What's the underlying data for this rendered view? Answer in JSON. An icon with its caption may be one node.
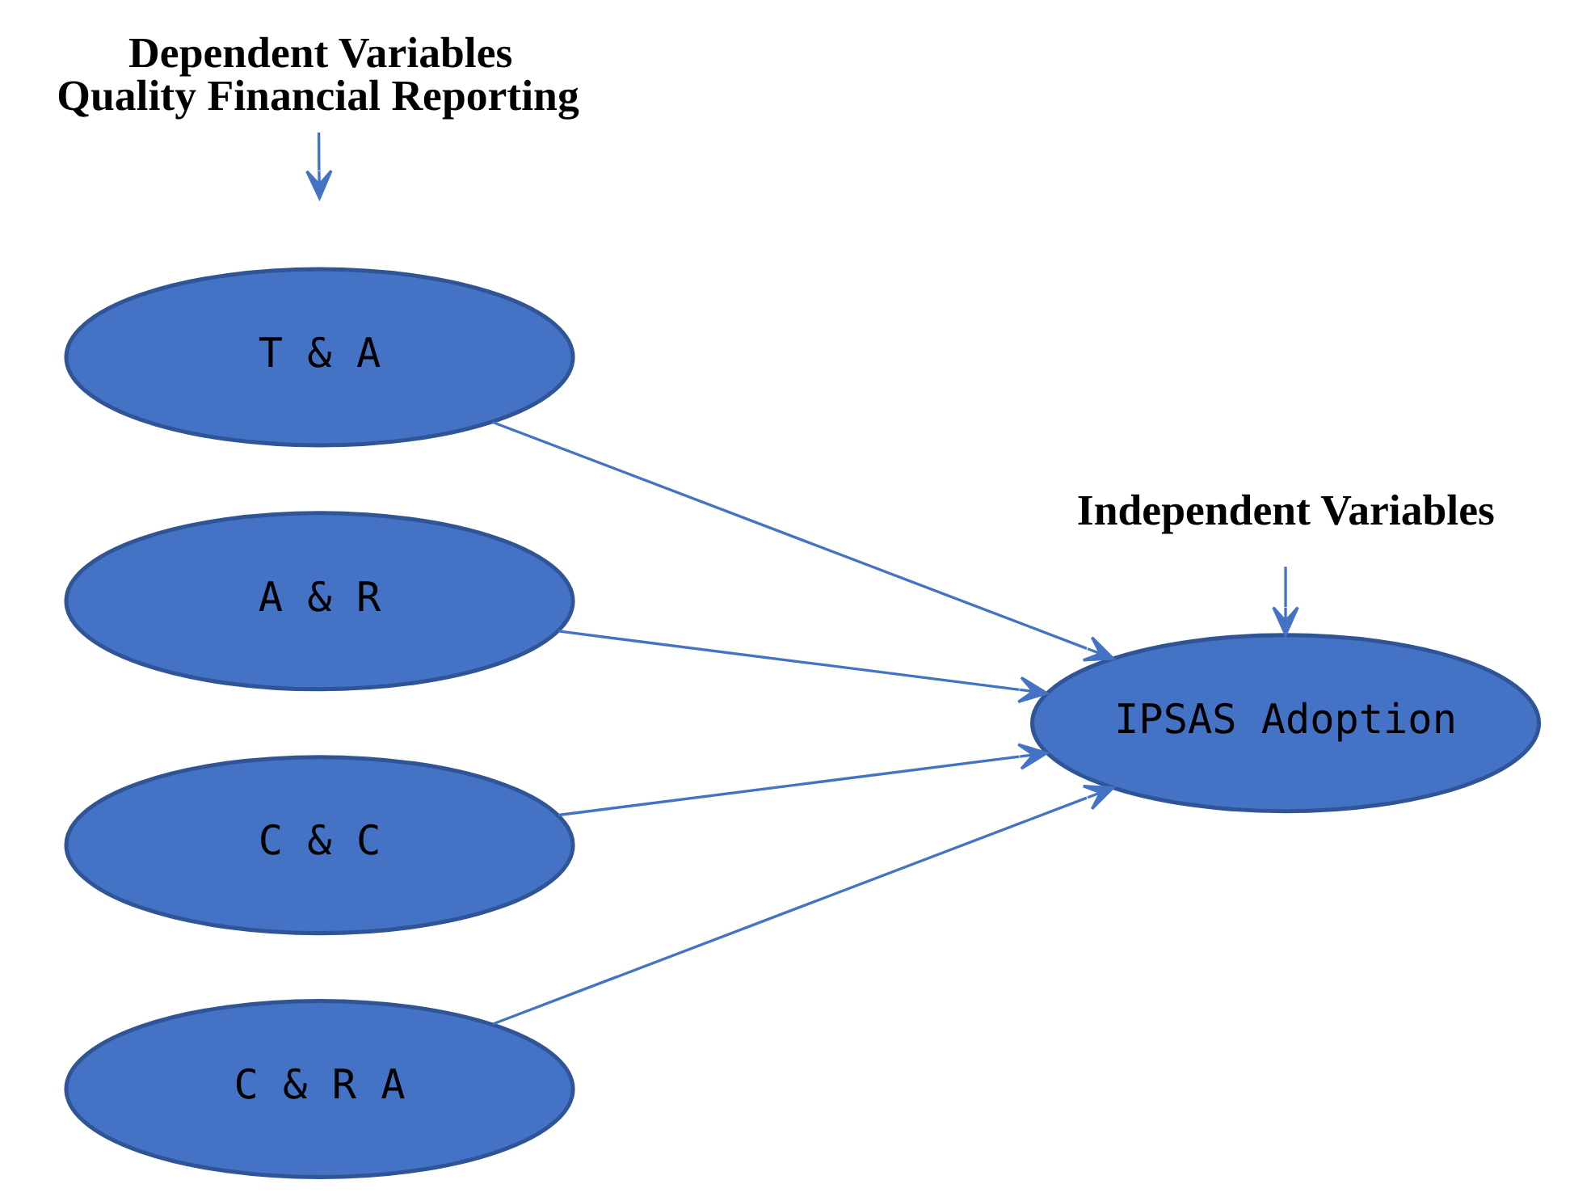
{
  "diagram": {
    "nodes": [
      {
        "text": [
          "Dependent Variables",
          "Quality Financial Reporting"
        ]
      },
      {
        "text": [
          "Independent Variables"
        ]
      },
      {
        "text": [
          "T & A"
        ]
      },
      {
        "text": [
          "A & R"
        ]
      },
      {
        "text": [
          "C & C"
        ]
      },
      {
        "text": [
          "C & R A"
        ]
      },
      {
        "text": [
          "IPSAS Adoption"
        ]
      }
    ],
    "edges": [
      {
        "from": 0,
        "to": null,
        "arrow": "to"
      },
      {
        "from": 1,
        "to": 6,
        "arrow": "to"
      },
      {
        "from": 2,
        "to": 6,
        "arrow": "to"
      },
      {
        "from": 3,
        "to": 6,
        "arrow": "to"
      },
      {
        "from": 4,
        "to": 6,
        "arrow": "to"
      },
      {
        "from": 5,
        "to": 6,
        "arrow": "to"
      }
    ]
  }
}
